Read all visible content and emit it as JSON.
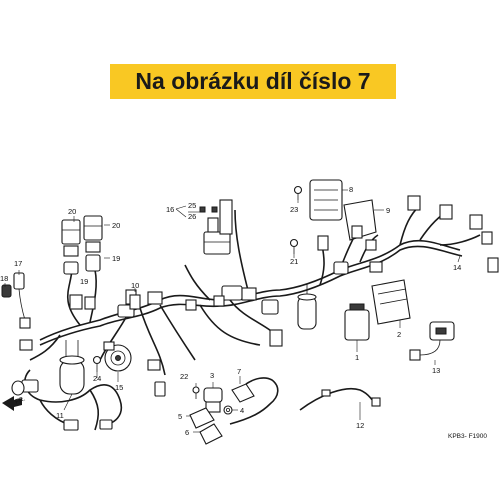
{
  "banner": {
    "text": "Na obrázku díl číslo 7",
    "background": "#f9c823"
  },
  "diagram_code": "KPB3- F1900",
  "front_marker": "FR.",
  "callouts": [
    "1",
    "2",
    "3",
    "4",
    "5",
    "6",
    "7",
    "8",
    "9",
    "10",
    "11",
    "12",
    "13",
    "14",
    "15",
    "16",
    "17",
    "18",
    "19",
    "20",
    "21",
    "22",
    "23",
    "24",
    "25",
    "26"
  ],
  "icons": [
    "front-arrow-icon"
  ]
}
